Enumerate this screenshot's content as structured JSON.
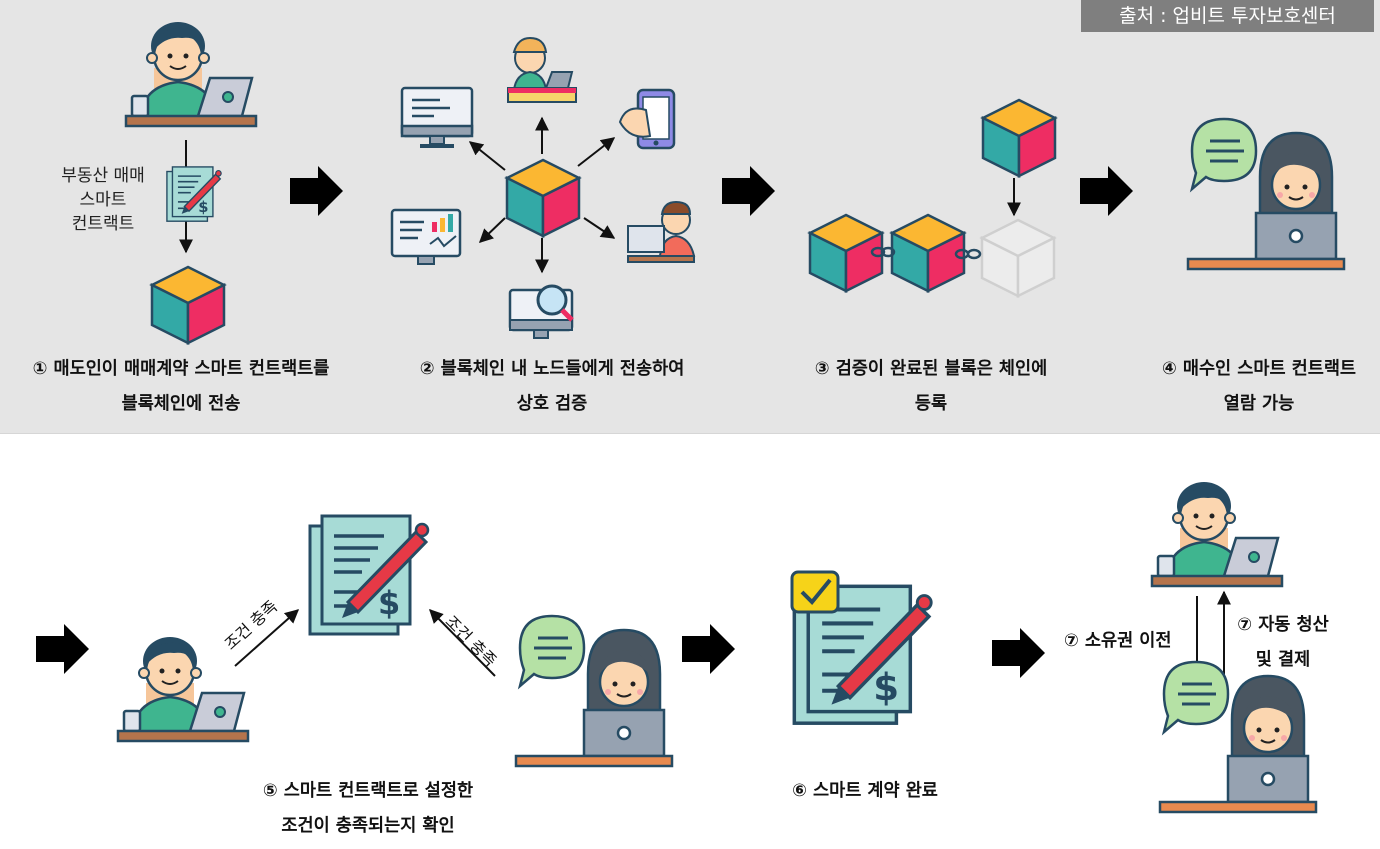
{
  "source": "출처 : 업비트 투자보호센터",
  "steps": [
    {
      "line1": "① 매도인이 매매계약 스마트 컨트랙트를",
      "line2": "블록체인에 전송"
    },
    {
      "line1": "② 블록체인 내 노드들에게 전송하여",
      "line2": "상호 검증"
    },
    {
      "line1": "③ 검증이 완료된 블록은 체인에",
      "line2": "등록"
    },
    {
      "line1": "④ 매수인 스마트 컨트랙트",
      "line2": "열람 가능"
    },
    {
      "line1": "⑤ 스마트 컨트랙트로 설정한",
      "line2": "조건이 충족되는지 확인"
    },
    {
      "line1": "⑥ 스마트 계약 완료",
      "line2": ""
    }
  ],
  "contract_label": [
    "부동산 매매",
    "스마트",
    "컨트랙트"
  ],
  "condition_label": "조건 충족",
  "transfer_label": "⑦ 소유권 이전",
  "settle_label": [
    "⑦ 자동 청산",
    "및 결제"
  ],
  "colors": {
    "band": "#e5e5e5",
    "tag": "#7f7f7f",
    "cube_top": "#fbb732",
    "cube_left": "#33a9a6",
    "cube_right": "#ee2d63",
    "shirt": "#3fb58f",
    "hair": "#264b63"
  }
}
